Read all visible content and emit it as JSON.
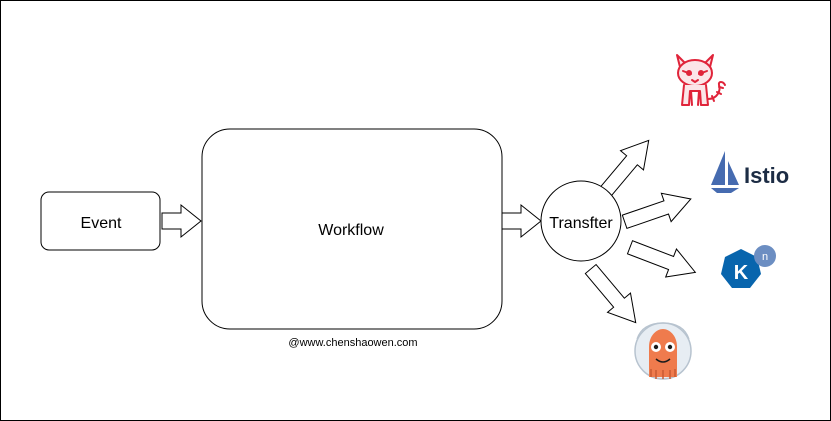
{
  "nodes": {
    "event": {
      "label": "Event"
    },
    "workflow": {
      "label": "Workflow"
    },
    "transfer": {
      "label": "Transfter"
    }
  },
  "watermark": "@www.chenshaowen.com",
  "targets": [
    {
      "name": "tekton-cat-icon"
    },
    {
      "name": "istio-logo",
      "label": "Istio",
      "color": "#466bb0"
    },
    {
      "name": "knative-logo",
      "label": "K",
      "superscript": "n",
      "color": "#0865ad"
    },
    {
      "name": "argo-icon"
    }
  ],
  "colors": {
    "tekton": "#e0243a",
    "istio": "#466bb0",
    "knative": "#0865ad",
    "argo": "#ef7b4d"
  }
}
